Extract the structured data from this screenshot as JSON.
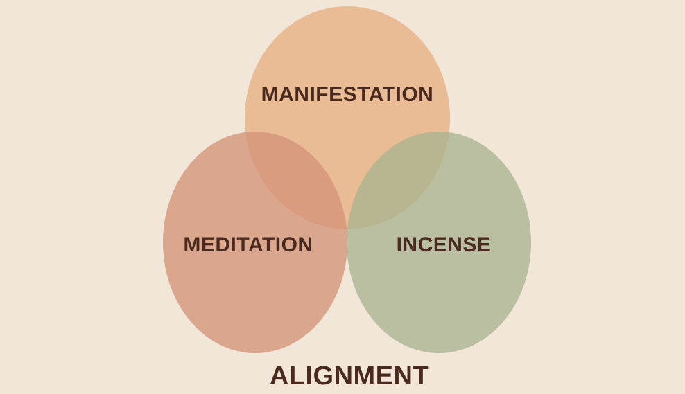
{
  "diagram": {
    "circles": [
      {
        "id": "top",
        "label": "MANIFESTATION",
        "color": "#e9b48a"
      },
      {
        "id": "left",
        "label": "MEDITATION",
        "color": "#d49478"
      },
      {
        "id": "right",
        "label": "INCENSE",
        "color": "#a9b48f"
      }
    ],
    "center_color": "#f0d8c0",
    "footer_label": "ALIGNMENT",
    "text_color": "#4a2a1e",
    "background": "#f2e6d8"
  }
}
